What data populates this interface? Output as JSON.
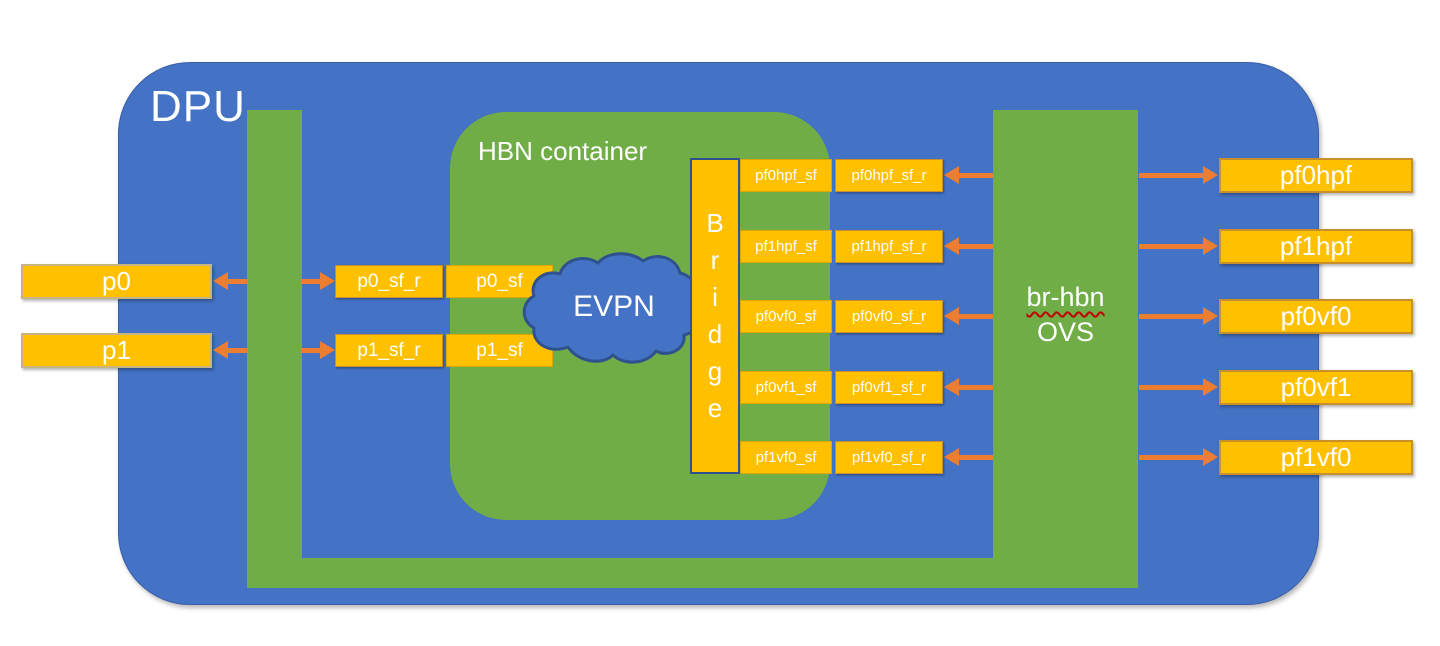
{
  "diagram": {
    "dpu_label": "DPU",
    "hbn_label": "HBN container",
    "evpn_label": "EVPN",
    "bridge_letters": [
      "B",
      "r",
      "i",
      "d",
      "g",
      "e"
    ],
    "ovs_bridge_name": "br-hbn",
    "ovs_label": "OVS",
    "left_ports": [
      {
        "port": "p0",
        "sf_representor": "p0_sf_r",
        "sf": "p0_sf"
      },
      {
        "port": "p1",
        "sf_representor": "p1_sf_r",
        "sf": "p1_sf"
      }
    ],
    "bridge_rows": [
      {
        "sf": "pf0hpf_sf",
        "sf_representor": "pf0hpf_sf_r",
        "host_port": "pf0hpf"
      },
      {
        "sf": "pf1hpf_sf",
        "sf_representor": "pf1hpf_sf_r",
        "host_port": "pf1hpf"
      },
      {
        "sf": "pf0vf0_sf",
        "sf_representor": "pf0vf0_sf_r",
        "host_port": "pf0vf0"
      },
      {
        "sf": "pf0vf1_sf",
        "sf_representor": "pf0vf1_sf_r",
        "host_port": "pf0vf1"
      },
      {
        "sf": "pf1vf0_sf",
        "sf_representor": "pf1vf0_sf_r",
        "host_port": "pf1vf0"
      }
    ],
    "colors": {
      "dpu_fill": "#4472C4",
      "green_fill": "#70AD47",
      "box_fill": "#FFC000",
      "box_border": "#BF9000",
      "arrow": "#ED7D31",
      "shape_outline": "#2F528F",
      "spellcheck_squiggle": "#C00000",
      "text": "#FFFFFF"
    }
  }
}
